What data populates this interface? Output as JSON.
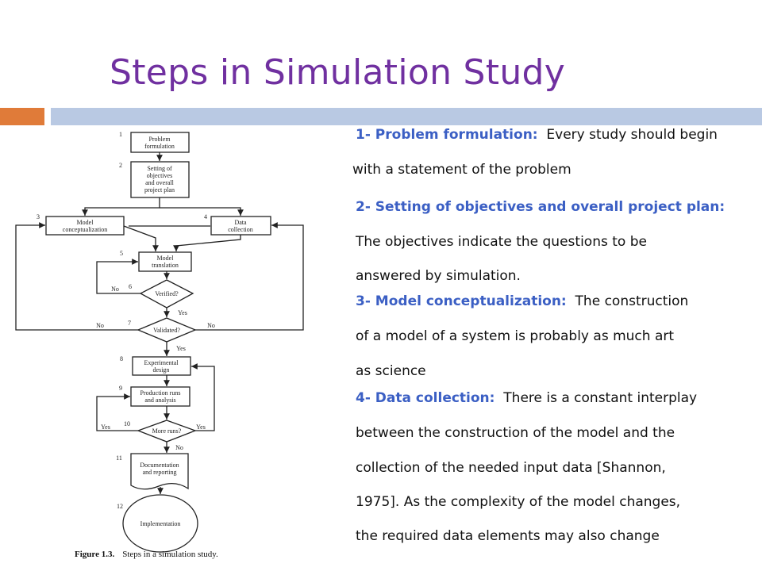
{
  "slide": {
    "title": "Steps in Simulation Study",
    "accent_color": "#e07b39",
    "band_color": "#b9c9e3",
    "title_color": "#7030a0",
    "heading_color": "#3b5fc4"
  },
  "figure": {
    "caption_label": "Figure 1.3.",
    "caption_text": "Steps in a simulation study.",
    "nodes": {
      "n1": {
        "num": "1",
        "line1": "Problem",
        "line2": "formulation"
      },
      "n2": {
        "num": "2",
        "line1": "Setting of",
        "line2": "objectives",
        "line3": "and overall",
        "line4": "project plan"
      },
      "n3": {
        "num": "3",
        "line1": "Model",
        "line2": "conceptualization"
      },
      "n4": {
        "num": "4",
        "line1": "Data",
        "line2": "collection"
      },
      "n5": {
        "num": "5",
        "line1": "Model",
        "line2": "translation"
      },
      "n6": {
        "num": "6",
        "line1": "Verified?"
      },
      "n7": {
        "num": "7",
        "line1": "Validated?"
      },
      "n8": {
        "num": "8",
        "line1": "Experimental",
        "line2": "design"
      },
      "n9": {
        "num": "9",
        "line1": "Production runs",
        "line2": "and analysis"
      },
      "n10": {
        "num": "10",
        "line1": "More runs?"
      },
      "n11": {
        "num": "11",
        "line1": "Documentation",
        "line2": "and reporting"
      },
      "n12": {
        "num": "12",
        "line1": "Implementation"
      }
    },
    "labels": {
      "no_6": "No",
      "yes_6": "Yes",
      "no_7_left": "No",
      "no_7_right": "No",
      "yes_7": "Yes",
      "yes_10_left": "Yes",
      "yes_10_right": "Yes",
      "no_10": "No"
    }
  },
  "steps": [
    {
      "heading": "1- Problem formulation:",
      "lines": [
        "Every study should begin",
        "with a statement of the problem"
      ]
    },
    {
      "heading": "2- Setting of objectives and overall project plan:",
      "lines": [
        "The objectives indicate the questions to be",
        "answered by simulation."
      ]
    },
    {
      "heading": "3- Model conceptualization:",
      "lines": [
        "The construction",
        "of a model of a system is probably as much art",
        "as science"
      ]
    },
    {
      "heading": "4- Data collection:",
      "lines": [
        "There is a constant interplay",
        "between the construction of the model and the",
        "collection of the needed input data [Shannon,",
        "1975].  As the complexity of the model changes,",
        "the required data elements may also change"
      ]
    }
  ]
}
